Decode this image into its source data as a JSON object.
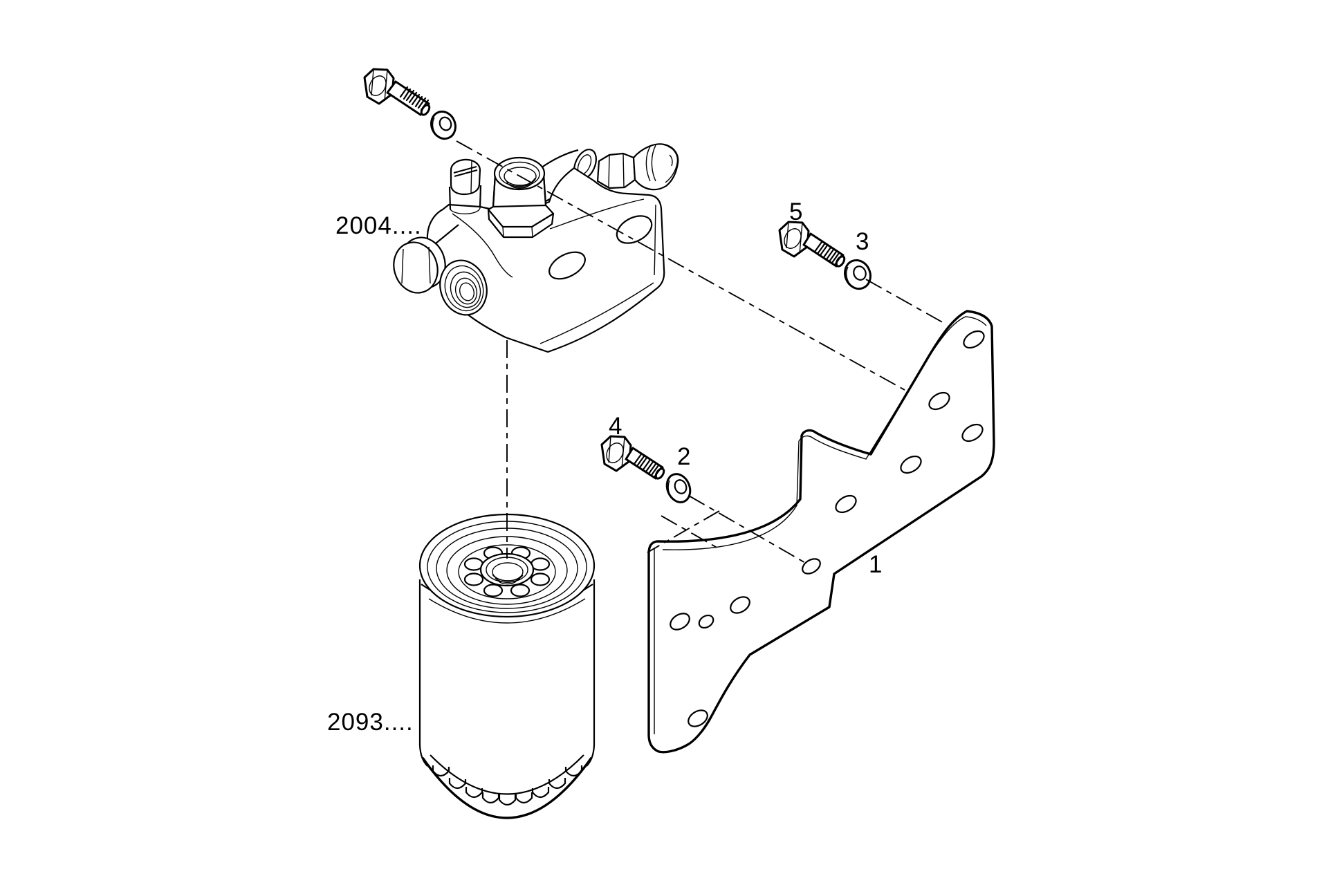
{
  "figure": {
    "background": "#ffffff",
    "line_color": "#000000",
    "type": "exploded-parts-diagram"
  },
  "labels": {
    "filter_head": "2004....",
    "filter_cartridge": "2093....",
    "bracket": "1",
    "washer_lower": "2",
    "washer_upper": "3",
    "bolt_lower": "4",
    "bolt_upper": "5"
  }
}
